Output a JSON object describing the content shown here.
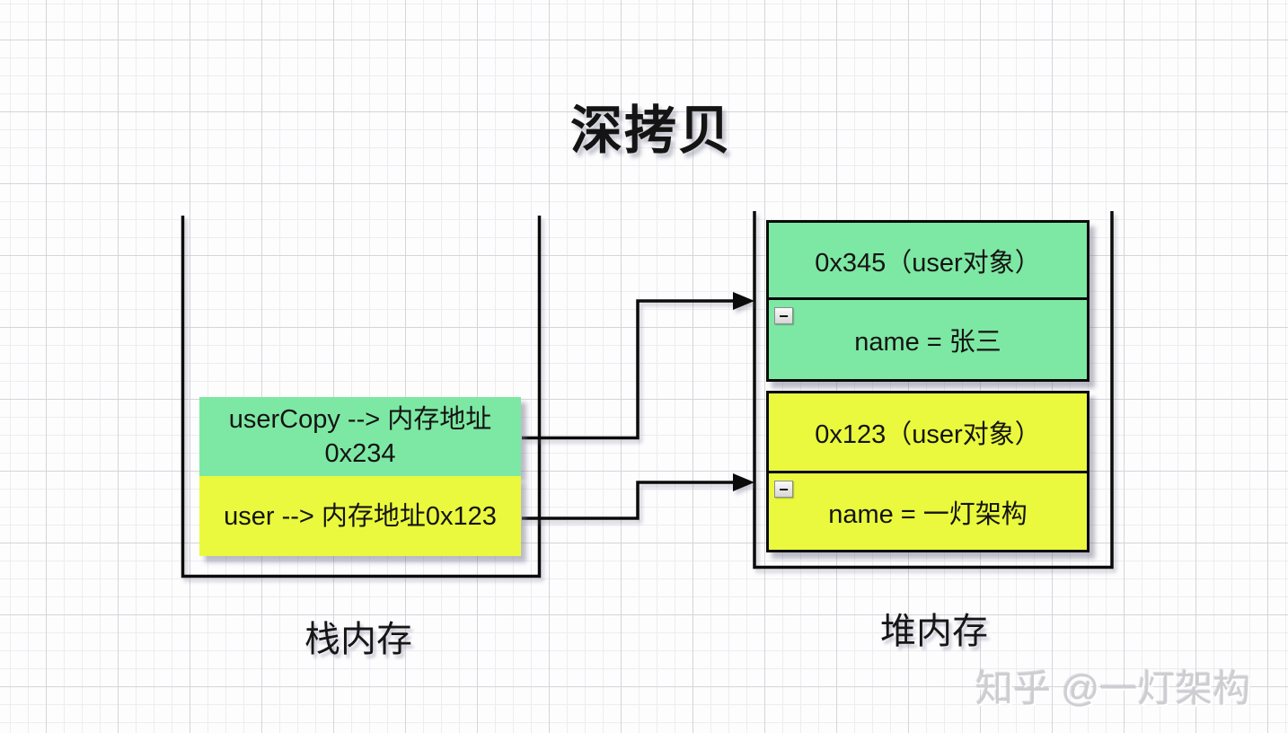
{
  "title": "深拷贝",
  "colors": {
    "green": "#7de8a3",
    "yellow": "#eaf93d",
    "line": "#0b0b0b",
    "grid_major": "#d5d5da",
    "grid_minor": "#ededf1"
  },
  "icons": {
    "collapse": "−"
  },
  "stack": {
    "label": "栈内存",
    "items": [
      {
        "name": "userCopy",
        "line1": "userCopy --> 内存地址",
        "line2": "0x234",
        "color": "green"
      },
      {
        "name": "user",
        "line1": "user --> 内存地址0x123",
        "line2": "",
        "color": "yellow"
      }
    ]
  },
  "heap": {
    "label": "堆内存",
    "objects": [
      {
        "header": "0x345（user对象）",
        "field": "name = 张三",
        "color": "green"
      },
      {
        "header": "0x123（user对象）",
        "field": "name = 一灯架构",
        "color": "yellow"
      }
    ]
  },
  "arrows": [
    {
      "from": "userCopy",
      "to": "0x345"
    },
    {
      "from": "user",
      "to": "0x123"
    }
  ],
  "watermark": "知乎 @一灯架构"
}
